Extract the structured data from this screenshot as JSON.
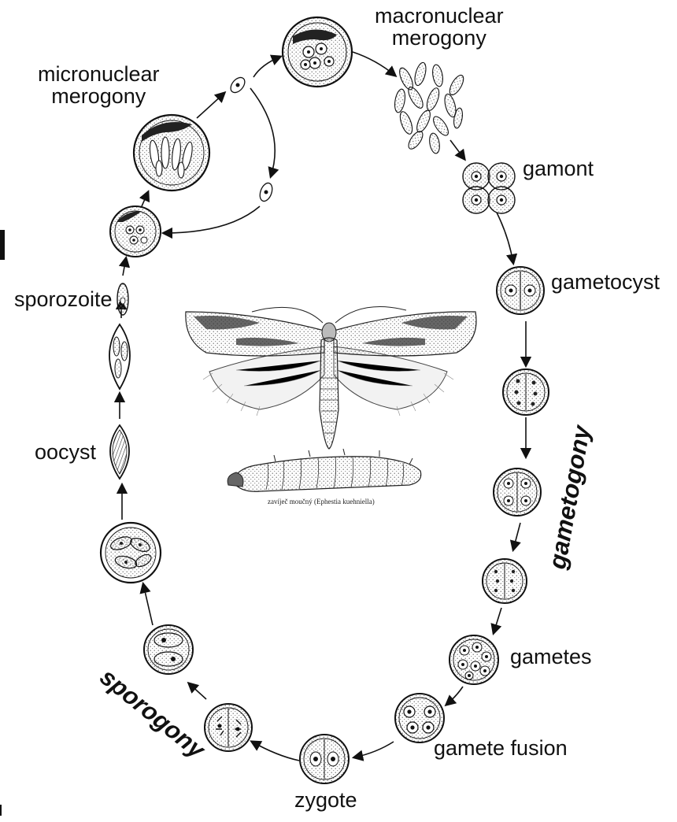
{
  "labels": {
    "micronuclear_merogony": "micronuclear\nmerogony",
    "macronuclear_merogony": "macronuclear\nmerogony",
    "gamont": "gamont",
    "gametocyst": "gametocyst",
    "sporozoite": "sporozoite",
    "oocyst": "oocyst",
    "gametes": "gametes",
    "gamete_fusion": "gamete fusion",
    "zygote": "zygote",
    "gametogony": "gametogony",
    "sporogony": "sporogony"
  },
  "caption": "zavíječ moučný (Ephestia kuehniella)",
  "colors": {
    "ink": "#111111",
    "paper": "#ffffff",
    "stipple": "#555555"
  },
  "icons": [
    "moth-illustration",
    "caterpillar-illustration",
    "cell-stage-icons",
    "flow-arrows"
  ]
}
